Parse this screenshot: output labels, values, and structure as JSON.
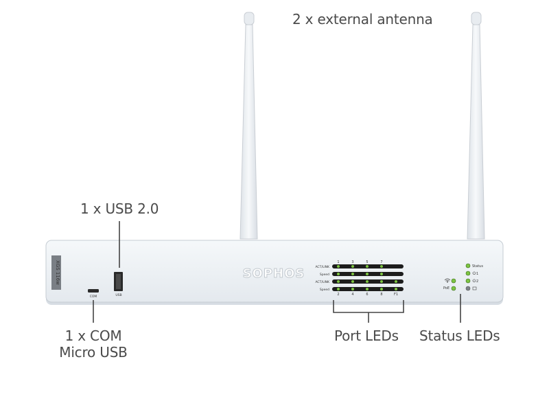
{
  "callouts": {
    "antenna": "2 x external antenna",
    "usb": "1 x USB 2.0",
    "com_line1": "1 x COM",
    "com_line2": "Micro USB",
    "port_leds": "Port LEDs",
    "status_leds": "Status LEDs"
  },
  "device": {
    "brand": "SOPHOS",
    "model": "XGS 116w",
    "com_label": "COM",
    "usb_label": "USB",
    "port_panel": {
      "row_labels": [
        "ACT/LINK",
        "Speed",
        "ACT/LINK",
        "Speed"
      ],
      "top_numbers": [
        "1",
        "3",
        "5",
        "7"
      ],
      "bottom_numbers": [
        "2",
        "4",
        "6",
        "8",
        "F1"
      ]
    },
    "status_panel": {
      "wifi_label": "",
      "poe_label": "PoE",
      "status_label": "Status",
      "power1_label": "1",
      "power2_label": "2"
    }
  },
  "colors": {
    "led_green": "#7cc441",
    "device_body": "#eef2f6",
    "callout_text": "#4a4a4a",
    "leader_line": "#444444"
  },
  "icons": {
    "wifi": "wifi-icon",
    "power": "power-icon",
    "storage": "storage-icon"
  }
}
